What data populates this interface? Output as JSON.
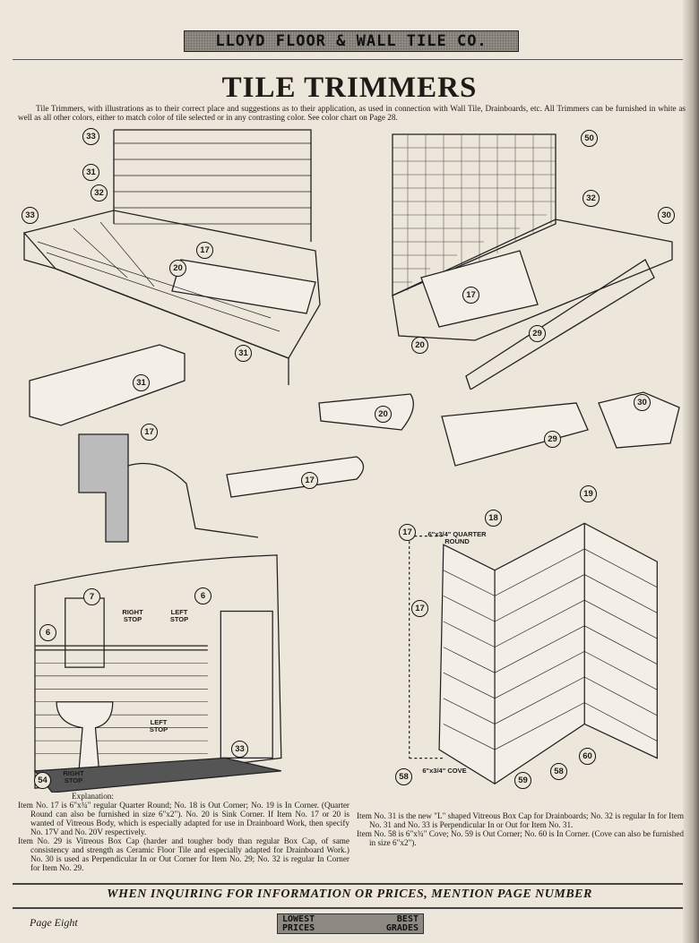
{
  "header": {
    "logo_text": "LLOYD FLOOR & WALL TILE CO."
  },
  "title": "TILE TRIMMERS",
  "intro": "Tile Trimmers, with illustrations as to their correct place and suggestions as to their application, as used in connection with Wall Tile, Drainboards, etc. All Trimmers can be furnished in white as well as all other colors, either to match color of tile selected or in any contrasting color. See color chart on Page 28.",
  "illustrations": {
    "drainboard_left": {
      "callouts": [
        "33",
        "31",
        "32",
        "33",
        "17",
        "20",
        "31"
      ]
    },
    "drainboard_right": {
      "callouts": [
        "50",
        "32",
        "30",
        "17",
        "20",
        "29"
      ]
    },
    "trimmer_pieces": {
      "callouts": [
        "31",
        "17",
        "20",
        "29",
        "30",
        "17"
      ]
    },
    "bathroom": {
      "callouts": [
        "7",
        "6",
        "6",
        "33",
        "54"
      ],
      "labels": [
        "RIGHT STOP",
        "LEFT STOP",
        "LEFT STOP",
        "RIGHT STOP"
      ]
    },
    "corner_wall": {
      "callouts": [
        "19",
        "18",
        "17",
        "17",
        "58",
        "59",
        "58",
        "60"
      ],
      "labels": [
        "6\"x3/4\" QUARTER ROUND",
        "6\"x3/4\" COVE"
      ]
    }
  },
  "explanation": {
    "heading": "Explanation:",
    "paragraphs": [
      "Item No. 17 is 6\"x¾\" regular Quarter Round; No. 18 is Out Corner; No. 19 is In Corner. (Quarter Round can also be furnished in size 6\"x2\"). No. 20 is Sink Corner. If Item No. 17 or 20 is wanted of Vitreous Body, which is especially adapted for use in Drainboard Work, then specify No. 17V and No. 20V respectively.",
      "Item No. 29 is Vitreous Box Cap (harder and tougher body than regular Box Cap, of same consistency and strength as Ceramic Floor Tile and especially adapted for Drainboard Work.) No. 30 is used as Perpendicular In or Out Corner for Item No. 29; No. 32 is regular In Corner for Item No. 29.",
      "Item No. 31 is the new \"L\" shaped Vitreous Box Cap for Drainboards; No. 32 is regular In for Item No. 31 and No. 33 is Perpendicular In or Out for Item No. 31.",
      "Item No. 58 is 6\"x¾\" Cove; No. 59 is Out Corner; No. 60 is In Corner. (Cove can also be furnished in size 6\"x2\")."
    ]
  },
  "footer": {
    "banner": "WHEN INQUIRING FOR INFORMATION OR PRICES, MENTION PAGE NUMBER",
    "page_label": "Page Eight",
    "badge_left": [
      "LOWEST",
      "PRICES"
    ],
    "badge_right": [
      "BEST",
      "GRADES"
    ]
  }
}
